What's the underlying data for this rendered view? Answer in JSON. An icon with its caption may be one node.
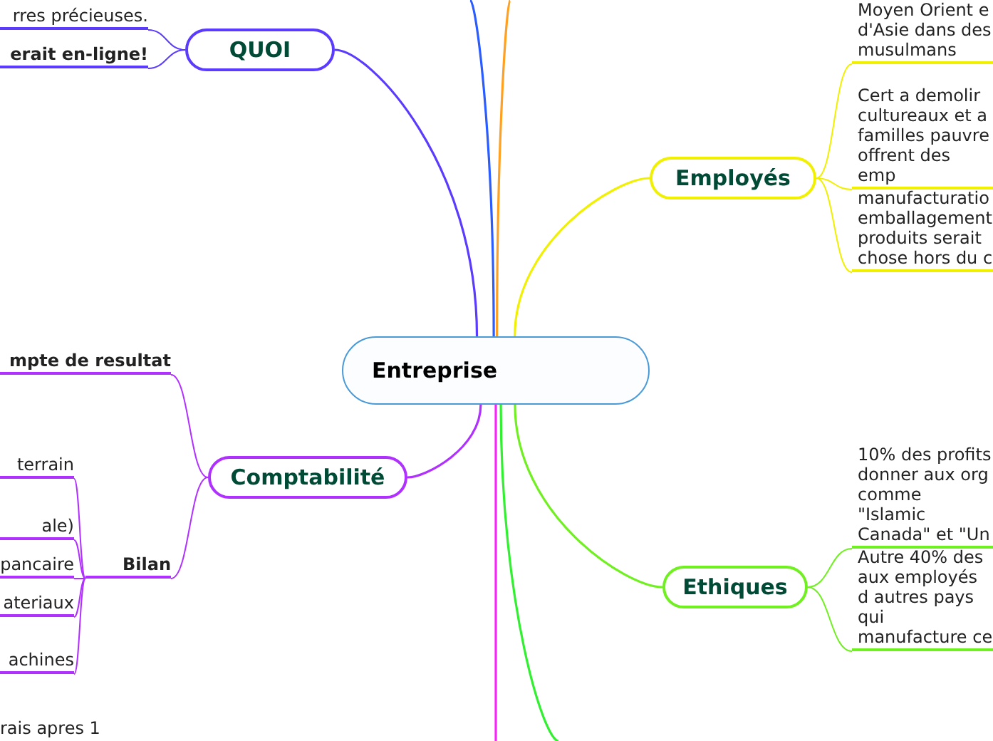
{
  "diagram": {
    "nodes": [
      {
        "text": [
          "Entreprise"
        ]
      },
      {
        "text": [
          "QUOI"
        ]
      },
      {
        "text": [
          "rres précieuses."
        ]
      },
      {
        "text": [
          "erait en-ligne!"
        ]
      },
      {
        "text": [
          "Employés"
        ]
      },
      {
        "text": [
          "Moyen Orient e d'Asie dans des musulmans"
        ]
      },
      {
        "text": [
          "Cert a demolir cultureaux et a familles pauvre offrent des emp"
        ]
      },
      {
        "text": [
          "manufacturatio emballagement produits serait chose hors du c"
        ]
      },
      {
        "text": [
          "mpte de resultat"
        ]
      },
      {
        "text": [
          "terrain"
        ]
      },
      {
        "text": [
          "ale)"
        ]
      },
      {
        "text": [
          "pancaire"
        ]
      },
      {
        "text": [
          "Bilan"
        ]
      },
      {
        "text": [
          "ateriaux"
        ]
      },
      {
        "text": [
          "achines"
        ]
      },
      {
        "text": [
          "Comptabilité"
        ]
      },
      {
        "text": [
          "Ethiques"
        ]
      },
      {
        "text": [
          "10% des profits donner aux org comme \"Islamic Canada\" et \"Un"
        ]
      },
      {
        "text": [
          "Autre 40% des aux employés d autres pays qui manufacture ce"
        ]
      }
    ],
    "edges": [
      {
        "from": 0,
        "to": 1,
        "arrow": "none",
        "color": "#5b3cff"
      },
      {
        "from": 0,
        "to": null,
        "arrow": "none",
        "color": "#2a5cff"
      },
      {
        "from": 0,
        "to": null,
        "arrow": "none",
        "color": "#ffa020"
      },
      {
        "from": 0,
        "to": 4,
        "arrow": "none",
        "color": "#f0f000"
      },
      {
        "from": 0,
        "to": 15,
        "arrow": "none",
        "color": "#b030ff"
      },
      {
        "from": 0,
        "to": null,
        "arrow": "none",
        "color": "#ff20ff"
      },
      {
        "from": 0,
        "to": 16,
        "arrow": "none",
        "color": "#70f020"
      },
      {
        "from": 0,
        "to": null,
        "arrow": "none",
        "color": "#30f030"
      },
      {
        "from": 1,
        "to": 2,
        "arrow": "none",
        "color": "#5b3cff"
      },
      {
        "from": 1,
        "to": 3,
        "arrow": "none",
        "color": "#5b3cff"
      },
      {
        "from": 4,
        "to": 5,
        "arrow": "none",
        "color": "#f0f000"
      },
      {
        "from": 4,
        "to": 6,
        "arrow": "none",
        "color": "#f0f000"
      },
      {
        "from": 4,
        "to": 7,
        "arrow": "none",
        "color": "#f0f000"
      },
      {
        "from": 15,
        "to": 8,
        "arrow": "none",
        "color": "#b030ff"
      },
      {
        "from": 15,
        "to": 12,
        "arrow": "none",
        "color": "#b030ff"
      },
      {
        "from": 12,
        "to": 9,
        "arrow": "none",
        "color": "#b030ff"
      },
      {
        "from": 12,
        "to": 10,
        "arrow": "none",
        "color": "#b030ff"
      },
      {
        "from": 12,
        "to": 11,
        "arrow": "none",
        "color": "#b030ff"
      },
      {
        "from": 12,
        "to": 13,
        "arrow": "none",
        "color": "#b030ff"
      },
      {
        "from": 12,
        "to": 14,
        "arrow": "none",
        "color": "#b030ff"
      },
      {
        "from": 16,
        "to": 17,
        "arrow": "none",
        "color": "#70f020"
      },
      {
        "from": 16,
        "to": 18,
        "arrow": "none",
        "color": "#70f020"
      }
    ],
    "labels": [
      "rais apres 1"
    ]
  }
}
